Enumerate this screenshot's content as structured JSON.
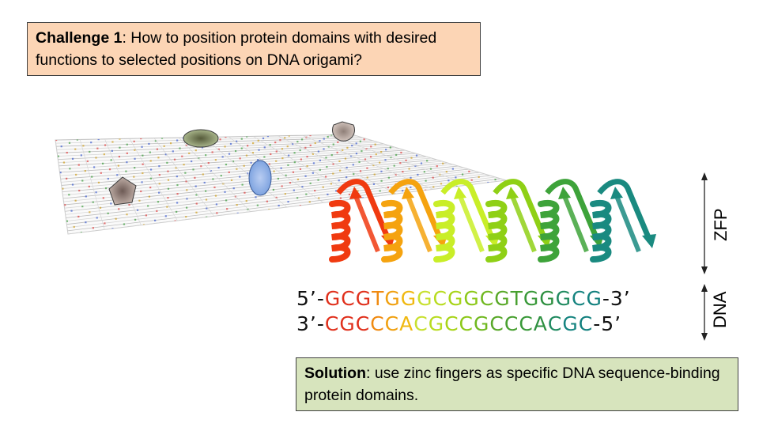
{
  "challenge": {
    "title": "Challenge 1",
    "text": ": How to position protein domains with desired functions to selected positions on DNA origami?"
  },
  "solution": {
    "title": "Solution",
    "text": ": use zinc fingers as specific DNA sequence-binding protein domains."
  },
  "labels": {
    "zfp": "ZFP",
    "dna": "DNA"
  },
  "sequence": {
    "top_prefix": "5’-",
    "top_bases": "GCGTGGGCGGCGTGGGCG",
    "top_suffix": "-3’",
    "bottom_prefix": "3’-",
    "bottom_bases": "CGCCCACGCCGCCCACGC",
    "bottom_suffix": "-5’"
  },
  "colors": {
    "challenge_bg": "#fcd5b5",
    "solution_bg": "#d7e4bd",
    "finger_colors": [
      "#f03a10",
      "#f5a30f",
      "#c9ee28",
      "#8fd016",
      "#3ea33a",
      "#1a8a80"
    ],
    "base_colors": [
      "#e0301c",
      "#e0301c",
      "#e0301c",
      "#f08a10",
      "#f0a010",
      "#f0b810",
      "#c8e030",
      "#b8dc20",
      "#a8d418",
      "#8cc818",
      "#70b820",
      "#58a828",
      "#48a030",
      "#389838",
      "#2e9040",
      "#208a60",
      "#168480",
      "#12807e"
    ]
  }
}
